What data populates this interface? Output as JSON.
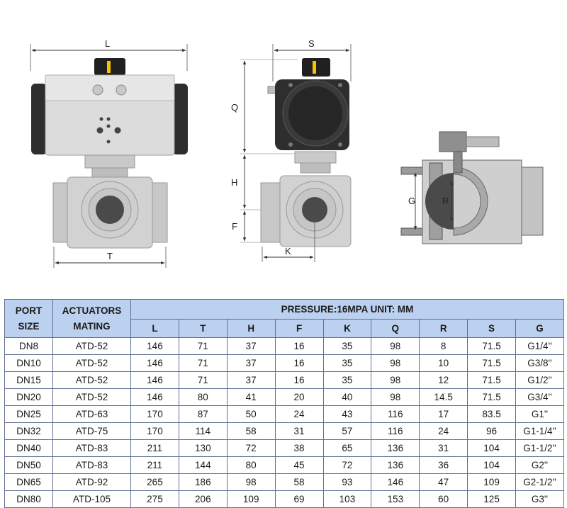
{
  "drawing": {
    "labels": {
      "L": "L",
      "T": "T",
      "S": "S",
      "Q": "Q",
      "H": "H",
      "F": "F",
      "K": "K",
      "G": "G",
      "R": "R"
    }
  },
  "table": {
    "port_size_label": "PORT SIZE",
    "actuators_label": "ACTUATORS MATING",
    "banner": "PRESSURE:16MPA   UNIT: MM",
    "columns": [
      "L",
      "T",
      "H",
      "F",
      "K",
      "Q",
      "R",
      "S",
      "G"
    ],
    "rows": [
      {
        "size": "DN8",
        "act": "ATD-52",
        "vals": [
          "146",
          "71",
          "37",
          "16",
          "35",
          "98",
          "8",
          "71.5",
          "G1/4''"
        ]
      },
      {
        "size": "DN10",
        "act": "ATD-52",
        "vals": [
          "146",
          "71",
          "37",
          "16",
          "35",
          "98",
          "10",
          "71.5",
          "G3/8''"
        ]
      },
      {
        "size": "DN15",
        "act": "ATD-52",
        "vals": [
          "146",
          "71",
          "37",
          "16",
          "35",
          "98",
          "12",
          "71.5",
          "G1/2''"
        ]
      },
      {
        "size": "DN20",
        "act": "ATD-52",
        "vals": [
          "146",
          "80",
          "41",
          "20",
          "40",
          "98",
          "14.5",
          "71.5",
          "G3/4''"
        ]
      },
      {
        "size": "DN25",
        "act": "ATD-63",
        "vals": [
          "170",
          "87",
          "50",
          "24",
          "43",
          "116",
          "17",
          "83.5",
          "G1''"
        ]
      },
      {
        "size": "DN32",
        "act": "ATD-75",
        "vals": [
          "170",
          "114",
          "58",
          "31",
          "57",
          "116",
          "24",
          "96",
          "G1-1/4''"
        ]
      },
      {
        "size": "DN40",
        "act": "ATD-83",
        "vals": [
          "211",
          "130",
          "72",
          "38",
          "65",
          "136",
          "31",
          "104",
          "G1-1/2''"
        ]
      },
      {
        "size": "DN50",
        "act": "ATD-83",
        "vals": [
          "211",
          "144",
          "80",
          "45",
          "72",
          "136",
          "36",
          "104",
          "G2''"
        ]
      },
      {
        "size": "DN65",
        "act": "ATD-92",
        "vals": [
          "265",
          "186",
          "98",
          "58",
          "93",
          "146",
          "47",
          "109",
          "G2-1/2''"
        ]
      },
      {
        "size": "DN80",
        "act": "ATD-105",
        "vals": [
          "275",
          "206",
          "109",
          "69",
          "103",
          "153",
          "60",
          "125",
          "G3''"
        ]
      }
    ]
  }
}
